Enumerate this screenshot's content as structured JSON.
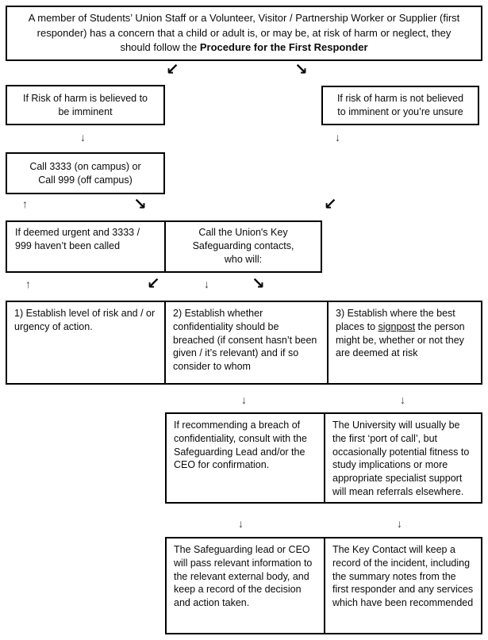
{
  "flowchart": {
    "start": {
      "text": "A member of Students’ Union Staff or a Volunteer, Visitor / Partnership Worker or Supplier (first responder) has a concern that a child or adult is, or may be, at risk of harm or neglect, they should follow the ",
      "bold_text": "Procedure for the First Responder"
    },
    "imminent": {
      "text": "If Risk of harm is believed to be imminent"
    },
    "not_imminent": {
      "text": "If risk of harm is not believed to imminent or you’re unsure"
    },
    "call_emergency": {
      "line1": "Call 3333 (on campus) or",
      "line2": "Call 999 (off campus)"
    },
    "deemed_urgent": {
      "text": "If deemed urgent and 3333 / 999 haven’t been called"
    },
    "key_contacts": {
      "text": "Call the Union's Key Safeguarding contacts, who will:"
    },
    "step1": {
      "text": "1) Establish level of risk and / or urgency of action."
    },
    "step2": {
      "text": "2) Establish whether confidentiality should be breached (if consent hasn’t been given / it’s relevant) and if so consider to whom"
    },
    "step3": {
      "text_before": "3) Establish where the best places to ",
      "underlined": "signpost",
      "text_after": " the person might be, whether or not they are deemed at risk"
    },
    "breach_consult": {
      "text": "If recommending a breach of confidentiality, consult with the Safeguarding Lead and/or the CEO for confirmation."
    },
    "university_referral": {
      "text": "The University will usually be the first ‘port of call’, but occasionally potential fitness to study implications or more appropriate specialist support will mean referrals elsewhere."
    },
    "safeguarding_record": {
      "text": "The Safeguarding lead or CEO will pass relevant information to the relevant external body, and keep a record of the decision and action taken."
    },
    "key_contact_record": {
      "text": "The Key Contact will keep a record of the incident, including the summary notes from the first responder and any services which have been recommended"
    }
  },
  "glyphs": {
    "down": "↓",
    "up": "↑",
    "down_left": "↙",
    "down_right": "↘"
  },
  "colors": {
    "border": "#000000",
    "text": "#0a0a0a",
    "thin_arrow": "#3c3c3c",
    "background": "#ffffff"
  }
}
